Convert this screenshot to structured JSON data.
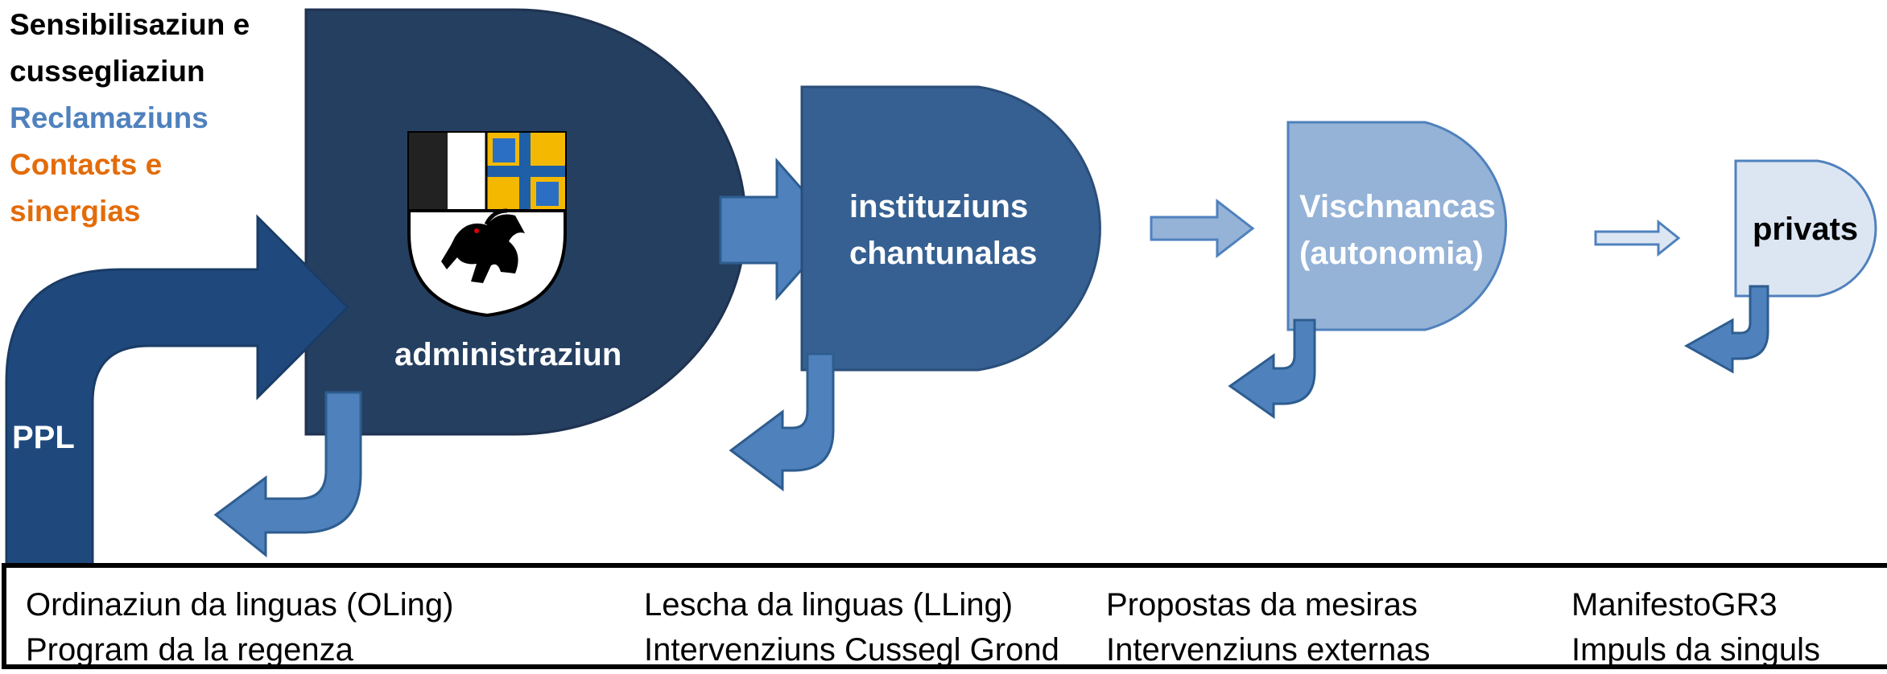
{
  "legend": {
    "item1": "Sensibilisaziun e",
    "item1b": "cussegliaziun",
    "item2": "Reclamaziuns",
    "item3": "Contacts e",
    "item3b": "sinergias",
    "colors": {
      "item1": "#000000",
      "item2": "#4f81bd",
      "item3": "#e36c0a"
    }
  },
  "labels": {
    "ppl": "PPL",
    "administraziun": "administraziun",
    "instituziuns_line1": "instituziuns",
    "instituziuns_line2": "chantunalas",
    "vischnancas_line1": "Vischnancas",
    "vischnancas_line2": "(autonomia)",
    "privats": "privats"
  },
  "colors": {
    "admin": "#253f60",
    "instituziuns": "#366092",
    "vischnancas": "#95b3d7",
    "privats": "#dce6f2",
    "arrow": "#4f81bd",
    "ppl": "#1f497d"
  },
  "bottom": {
    "col1": [
      "Ordinaziun da linguas (OLing)",
      "Program da la regenza"
    ],
    "col2": [
      "Lescha da linguas (LLing)",
      "Intervenziuns Cussegl Grond"
    ],
    "col3": [
      "Propostas da mesiras",
      "Intervenziuns externas"
    ],
    "col4": [
      "ManifestoGR3",
      "Impuls da singuls"
    ]
  }
}
